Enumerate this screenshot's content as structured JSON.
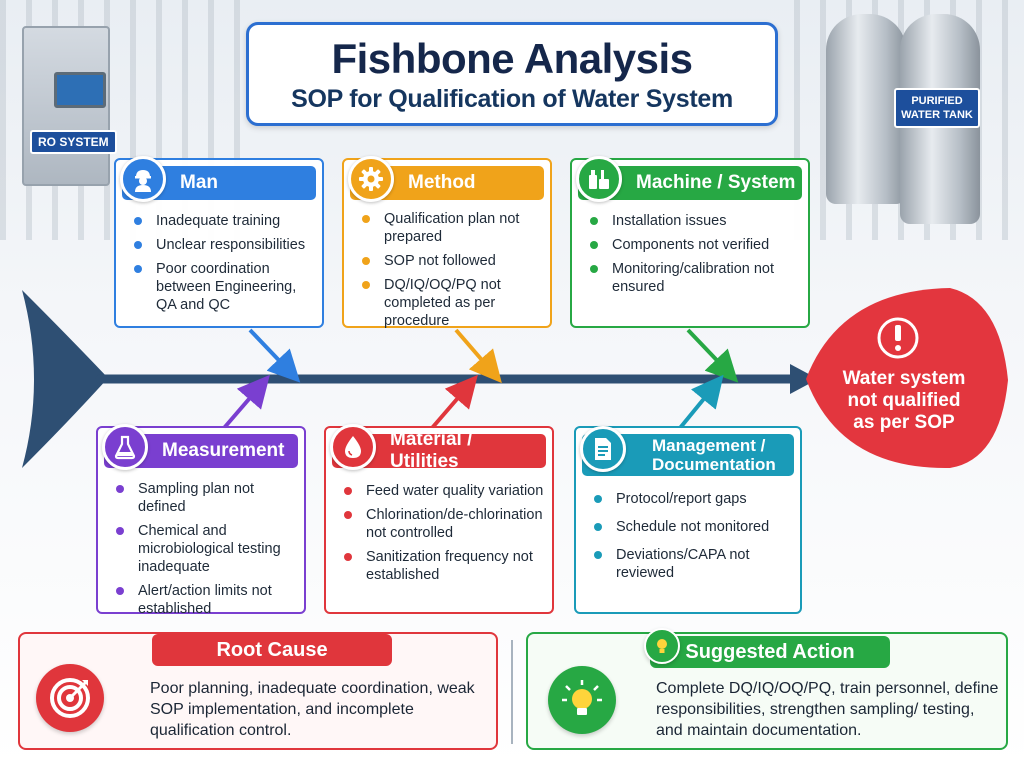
{
  "title": "Fishbone Analysis",
  "subtitle": "SOP for Qualification of Water System",
  "background": {
    "ro_label": "RO SYSTEM",
    "tank_label_line1": "PURIFIED",
    "tank_label_line2": "WATER TANK"
  },
  "problem": {
    "line1": "Water system",
    "line2": "not qualified",
    "line3": "as per SOP",
    "icon": "alert-icon",
    "color": "#e3363e"
  },
  "categories": {
    "man": {
      "title": "Man",
      "icon": "worker-icon",
      "color": "#2f7fe0",
      "items": [
        "Inadequate training",
        "Unclear responsibilities",
        "Poor coordination between Engineering, QA and QC"
      ]
    },
    "method": {
      "title": "Method",
      "icon": "gear-icon",
      "color": "#f0a31a",
      "items": [
        "Qualification plan not prepared",
        "SOP not followed",
        "DQ/IQ/OQ/PQ not completed as per procedure"
      ]
    },
    "machine": {
      "title": "Machine / System",
      "icon": "machine-icon",
      "color": "#27a844",
      "items": [
        "Installation issues",
        "Components not verified",
        "Monitoring/calibration not ensured"
      ]
    },
    "measurement": {
      "title": "Measurement",
      "icon": "flask-icon",
      "color": "#7a3fd0",
      "items": [
        "Sampling plan not defined",
        "Chemical and microbiological testing inadequate",
        "Alert/action limits not established"
      ]
    },
    "material": {
      "title": "Material / Utilities",
      "icon": "water-drop-icon",
      "color": "#e0363c",
      "items": [
        "Feed water quality variation",
        "Chlorination/de-chlorination not controlled",
        "Sanitization frequency not established"
      ]
    },
    "management": {
      "title_line1": "Management /",
      "title_line2": "Documentation",
      "icon": "document-icon",
      "color": "#1a9bb8",
      "items": [
        "Protocol/report gaps",
        "Schedule not monitored",
        "Deviations/CAPA not reviewed"
      ]
    }
  },
  "root_cause": {
    "label": "Root Cause",
    "icon": "target-icon",
    "color": "#e0363c",
    "text": "Poor planning, inadequate coordination, weak SOP implementation, and incomplete qualification control."
  },
  "suggested_action": {
    "label": "Suggested Action",
    "icon": "lightbulb-icon",
    "color": "#27a844",
    "text": "Complete DQ/IQ/OQ/PQ, train personnel, define responsibilities, strengthen sampling/ testing, and maintain documentation."
  }
}
